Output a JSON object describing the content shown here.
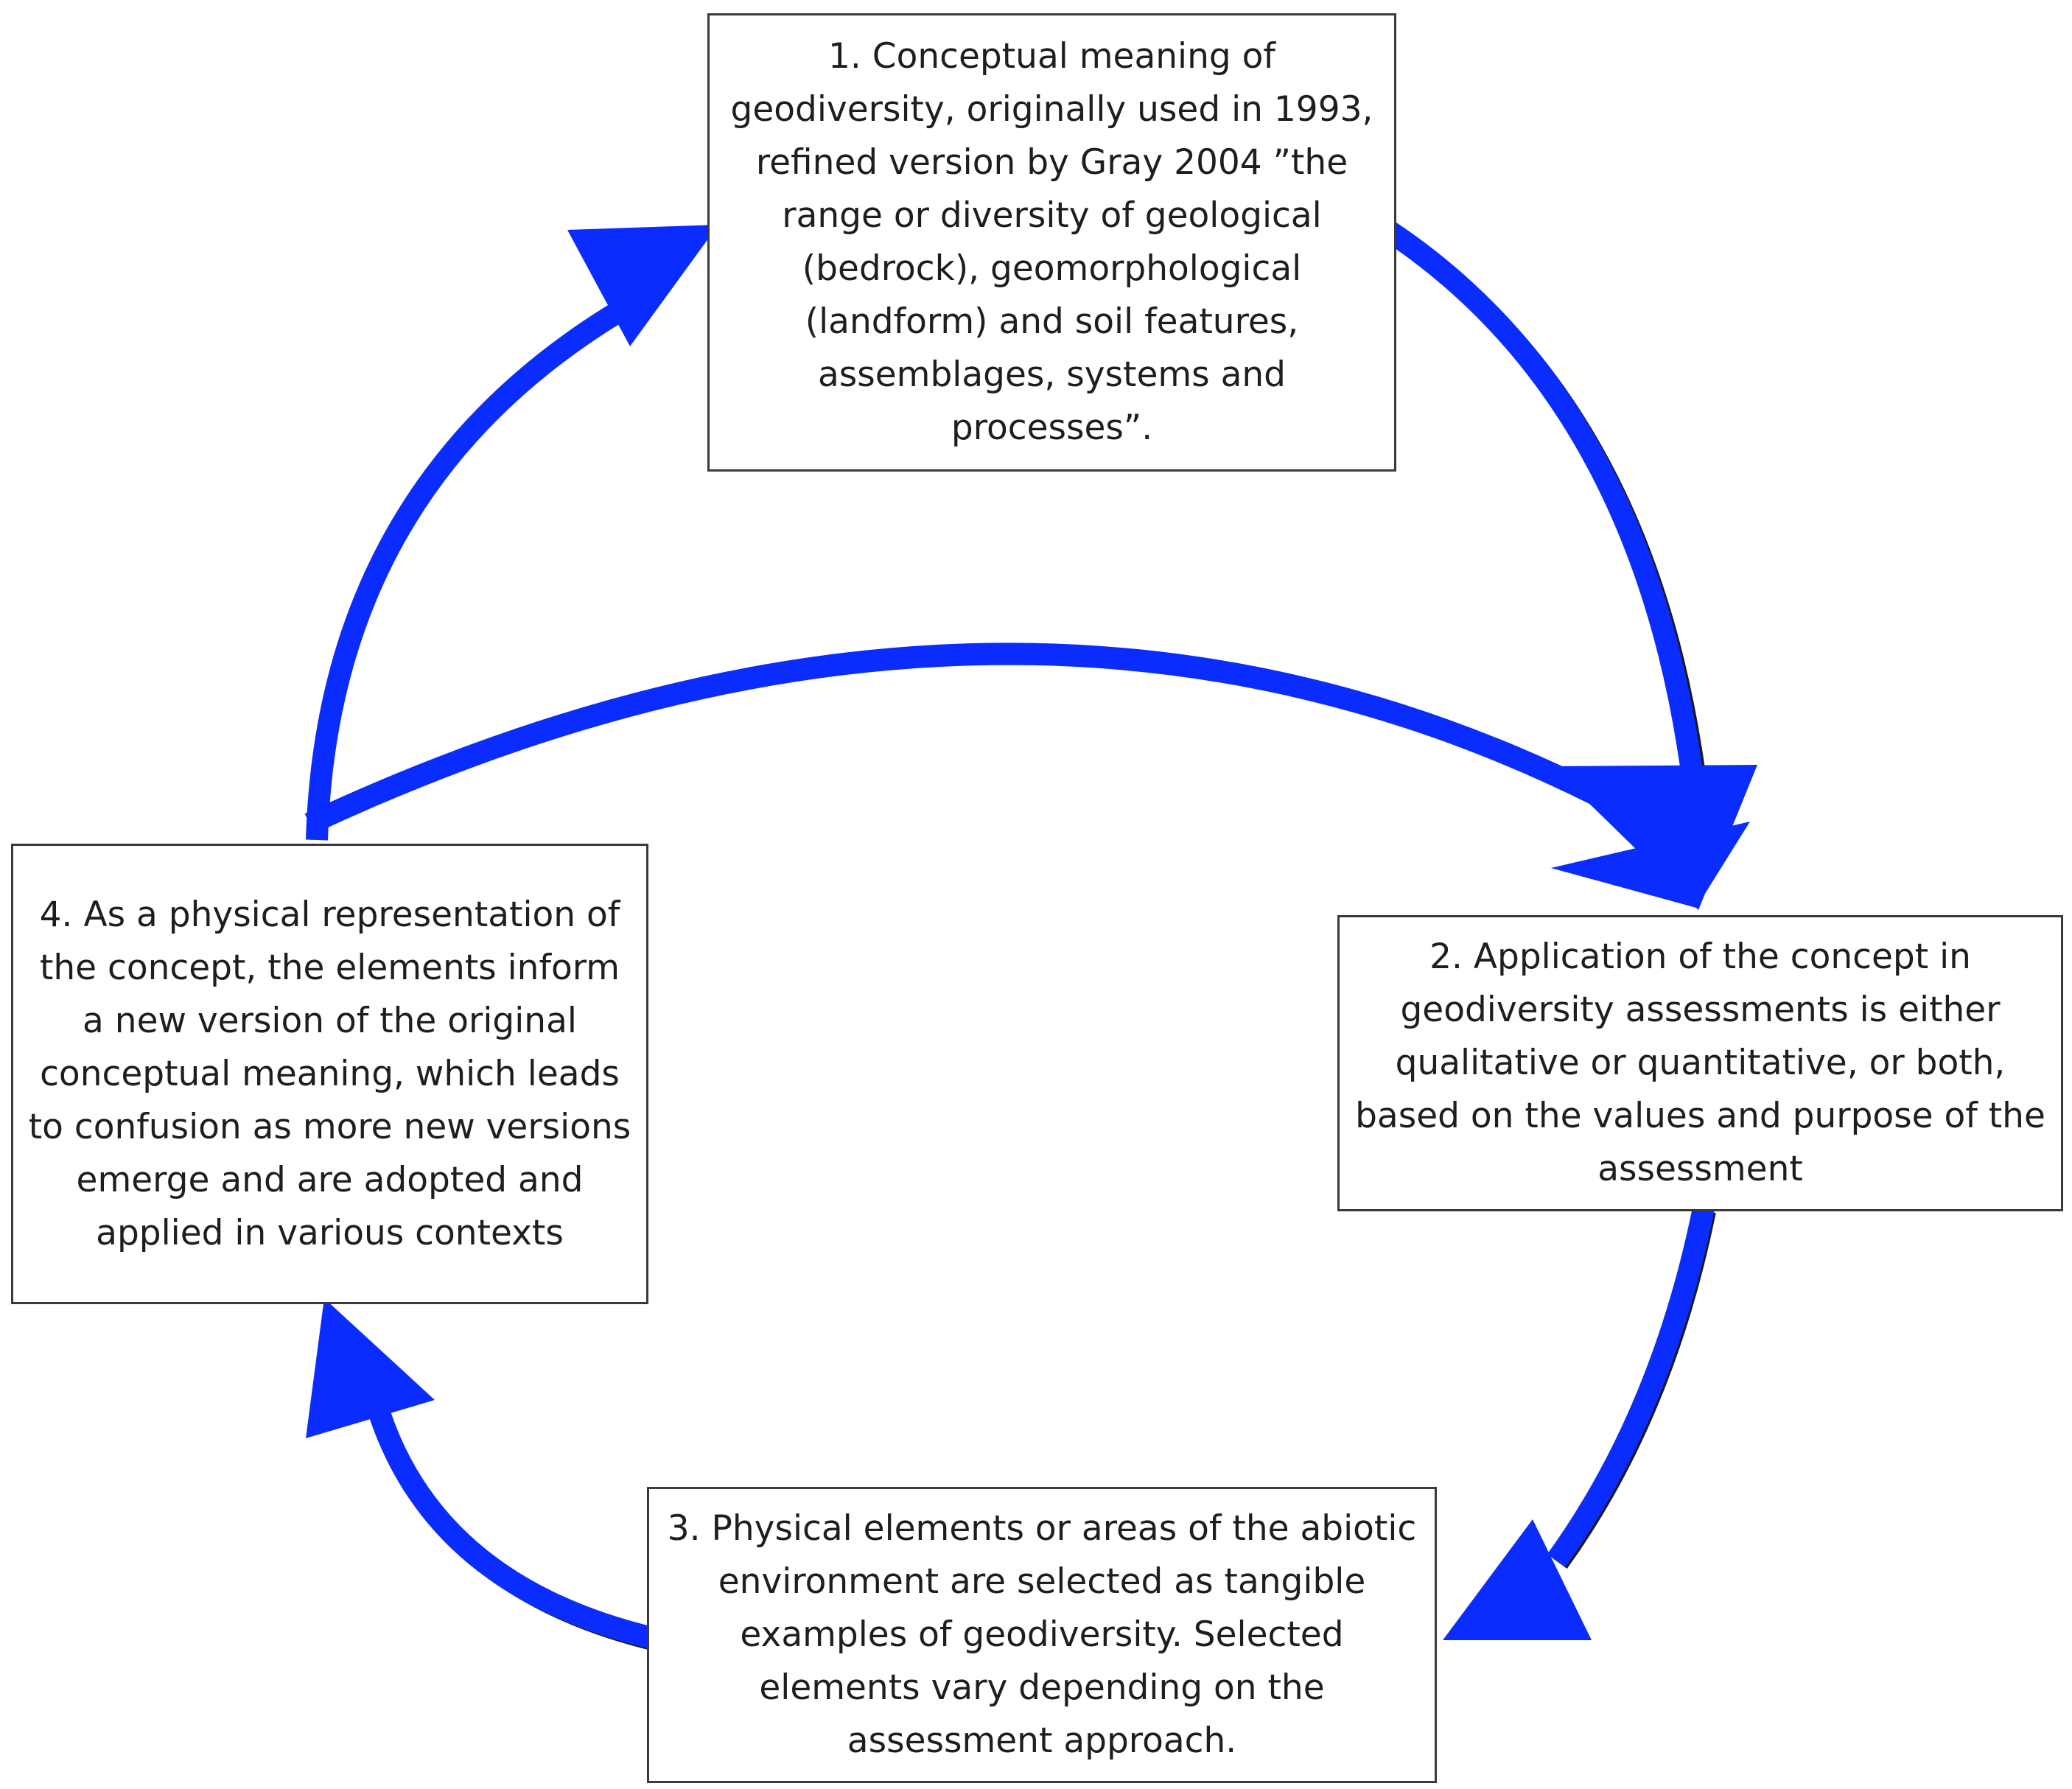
{
  "colors": {
    "arrow": "#0a2cff",
    "box_border": "#3a3a3a",
    "text": "#1e1e1e"
  },
  "nodes": {
    "box1": "1. Conceptual meaning of geodiversity, originally used in 1993, refined version by Gray 2004 ”the range or diversity of geological (bedrock), geomorphological (landform) and soil features, assemblages, systems and processes”.",
    "box2": "2. Application of the concept in geodiversity assessments is either qualitative or quantitative, or both, based on the values and purpose of the assessment",
    "box3": "3. Physical elements or areas of the abiotic environment are selected as tangible examples of geodiversity. Selected elements vary depending on the assessment approach.",
    "box4": "4. As a physical representation of the concept, the elements inform a new version of the original conceptual meaning, which leads to confusion as more new versions emerge and are adopted and applied in various contexts"
  },
  "edges": [
    {
      "from": "box1",
      "to": "box2"
    },
    {
      "from": "box2",
      "to": "box3"
    },
    {
      "from": "box3",
      "to": "box4"
    },
    {
      "from": "box4",
      "to": "box1"
    },
    {
      "from": "box4",
      "to": "box2"
    }
  ]
}
